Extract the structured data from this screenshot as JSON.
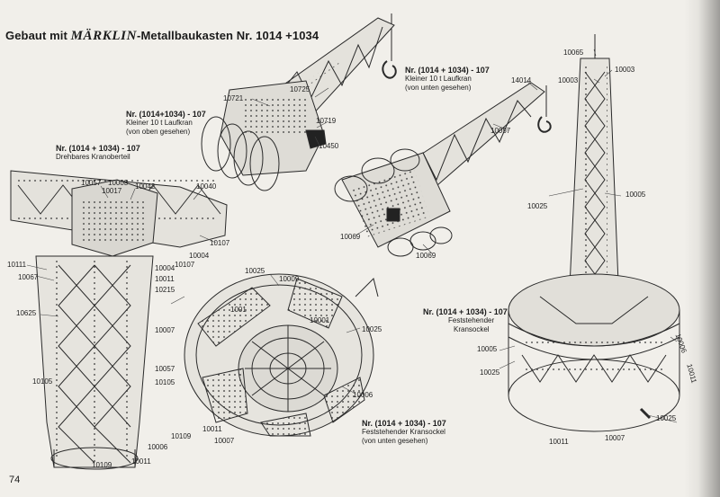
{
  "heading": {
    "prefix": "Gebaut mit",
    "brand": "MÄRKLIN",
    "suffix": "-Metallbaukasten Nr. 1014 +1034"
  },
  "page_number": "74",
  "captions": [
    {
      "title": "Nr. (1014 + 1034) - 107",
      "sub": "Drehbares Kranoberteil",
      "sub2": ""
    },
    {
      "title": "Nr. (1014+1034) - 107",
      "sub": "Kleiner 10 t Laufkran",
      "sub2": "(von oben gesehen)"
    },
    {
      "title": "Nr. (1014 + 1034) - 107",
      "sub": "Kleiner 10 t Laufkran",
      "sub2": "(von unten gesehen)"
    },
    {
      "title": "Nr. (1014 + 1034) - 107",
      "sub": "Feststehender",
      "sub2": "Kransockel"
    },
    {
      "title": "Nr. (1014 + 1034) - 107",
      "sub": "Feststehender Kransockel",
      "sub2": "(von unten gesehen)"
    }
  ],
  "part_labels": [
    "10057",
    "10003",
    "10017",
    "10042",
    "10040",
    "10004",
    "10107",
    "10111",
    "10067",
    "10004",
    "10107",
    "10011",
    "10215",
    "10625",
    "10007",
    "10057",
    "10105",
    "10105",
    "10109",
    "10006",
    "10109",
    "10011",
    "10721",
    "10725",
    "10719",
    "10450",
    "14014",
    "10057",
    "10069",
    "10069",
    "10025",
    "10009",
    "1001",
    "10025",
    "10001",
    "10006",
    "10011",
    "10007",
    "10065",
    "10003",
    "10003",
    "10025",
    "10005",
    "10005",
    "10025",
    "10006",
    "10011",
    "10025",
    "10011",
    "10007"
  ]
}
